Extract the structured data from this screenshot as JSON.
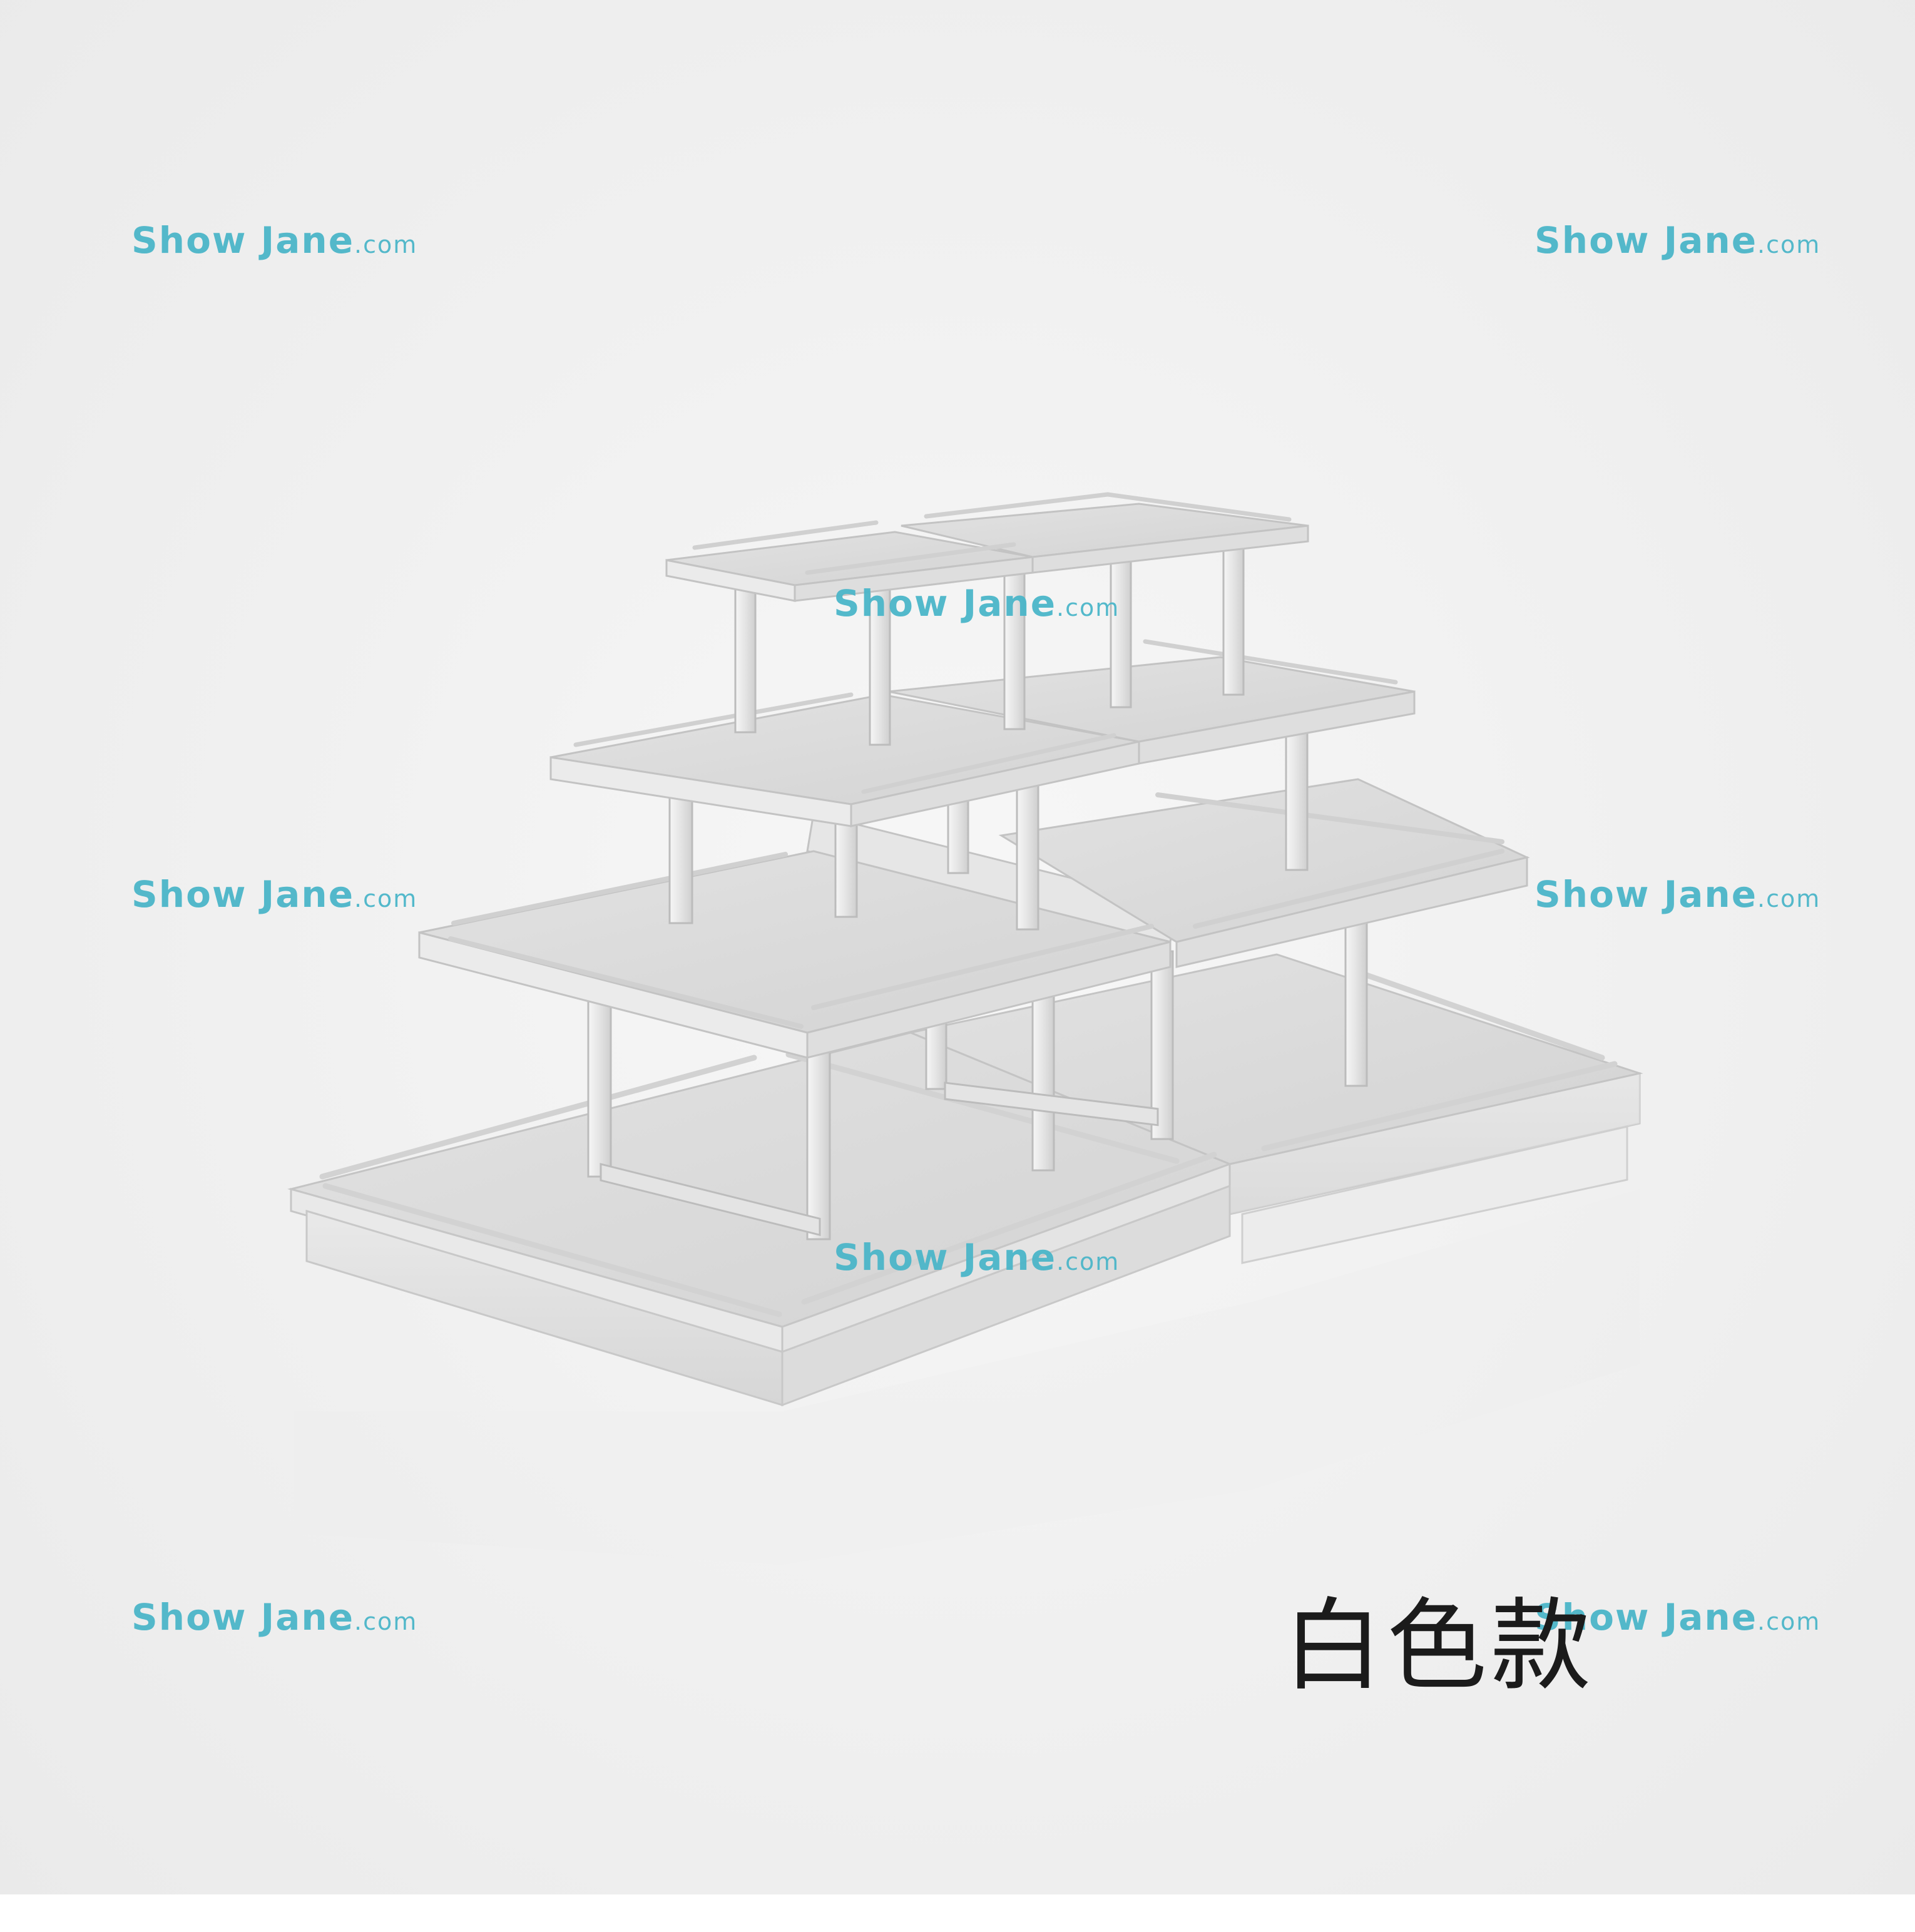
{
  "watermark": {
    "main": "Show Jane",
    "tld": ".com",
    "color": "#4bb6c9"
  },
  "caption": {
    "text": "白色款"
  },
  "product": {
    "icon": "tiered-display-shelf-icon",
    "color": "#e6e6e6"
  }
}
